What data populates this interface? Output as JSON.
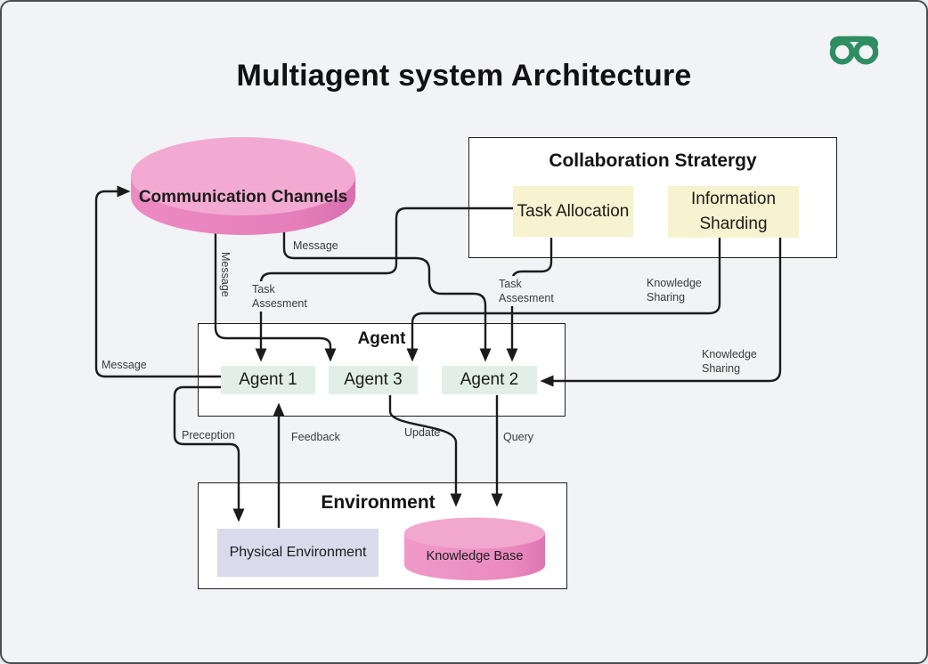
{
  "page": {
    "title": "Multiagent system Architecture"
  },
  "logo": {
    "name": "geeksforgeeks-logo",
    "color": "#2f8d62"
  },
  "nodes": {
    "communication_channels": {
      "label": "Communication Channels"
    },
    "collaboration": {
      "title": "Collaboration Stratergy",
      "task_allocation": "Task Allocation",
      "information_sharding": "Information Sharding"
    },
    "agent": {
      "title": "Agent",
      "agent1": "Agent 1",
      "agent3": "Agent 3",
      "agent2": "Agent 2"
    },
    "environment": {
      "title": "Environment",
      "physical_environment": "Physical Environment",
      "knowledge_base": "Knowledge Base"
    }
  },
  "edge_labels": {
    "message_left": "Message",
    "message_vertical": "Message",
    "message_top": "Message",
    "task_assesment_1": "Task Assesment",
    "task_assesment_2": "Task Assesment",
    "knowledge_sharing_1": "Knowledge Sharing",
    "knowledge_sharing_2": "Knowledge Sharing",
    "preception": "Preception",
    "feedback": "Feedback",
    "update": "Update",
    "query": "Query"
  },
  "colors": {
    "background": "#f1f3f6",
    "line": "#1b1b1b",
    "box_yellow": "#f7f2cf",
    "box_green": "#e2efe7",
    "box_lavender": "#dbd9ec",
    "cylinder_body": "#e883bf",
    "cylinder_top": "#f3aad2",
    "logo_green": "#2f8d62"
  }
}
